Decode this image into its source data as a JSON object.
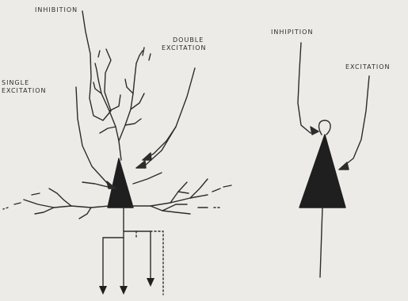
{
  "left_diagram": {
    "label_inhibition": "INHIBITION",
    "label_double_line1": "DOUBLE",
    "label_double_line2": "EXCITATION",
    "label_single_line1": "SINGLE",
    "label_single_line2": "EXCITATION"
  },
  "right_diagram": {
    "label_inhibition": "INHIPITION",
    "label_excitation": "EXCITATION"
  },
  "colors": {
    "background": "#ecebe7",
    "ink": "#2c2c2c"
  }
}
